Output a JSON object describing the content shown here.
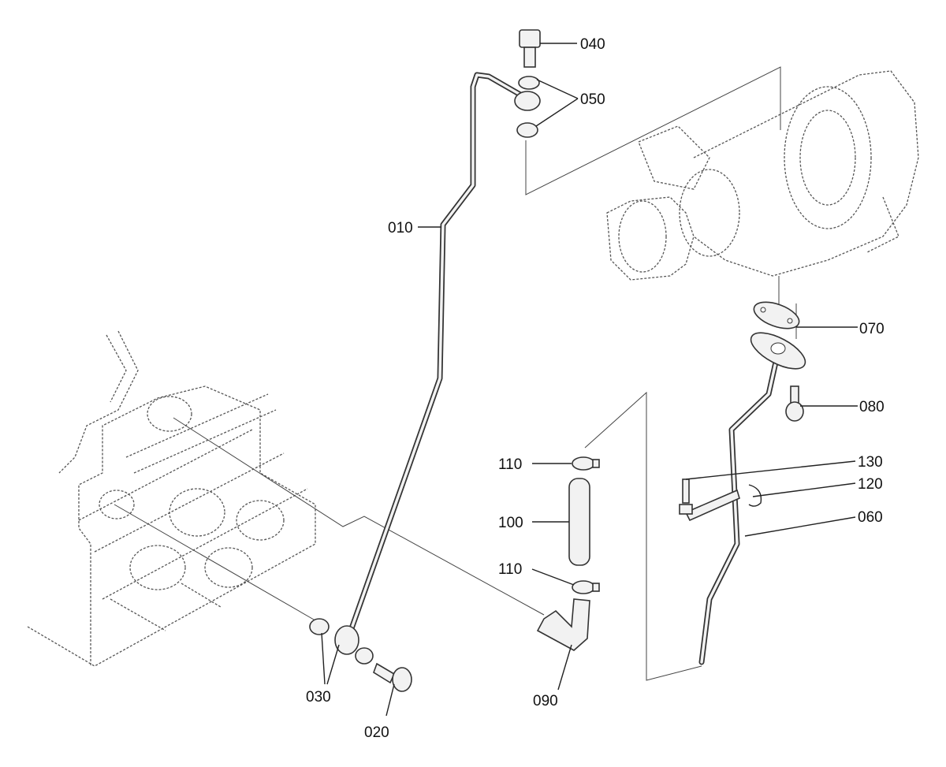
{
  "labels": {
    "p010": "010",
    "p020": "020",
    "p030": "030",
    "p040": "040",
    "p050": "050",
    "p060": "060",
    "p070": "070",
    "p080": "080",
    "p090": "090",
    "p100": "100",
    "p110_top": "110",
    "p110_bottom": "110",
    "p120": "120",
    "p130": "130"
  },
  "colors": {
    "ink": "#222222",
    "background": "#ffffff"
  }
}
